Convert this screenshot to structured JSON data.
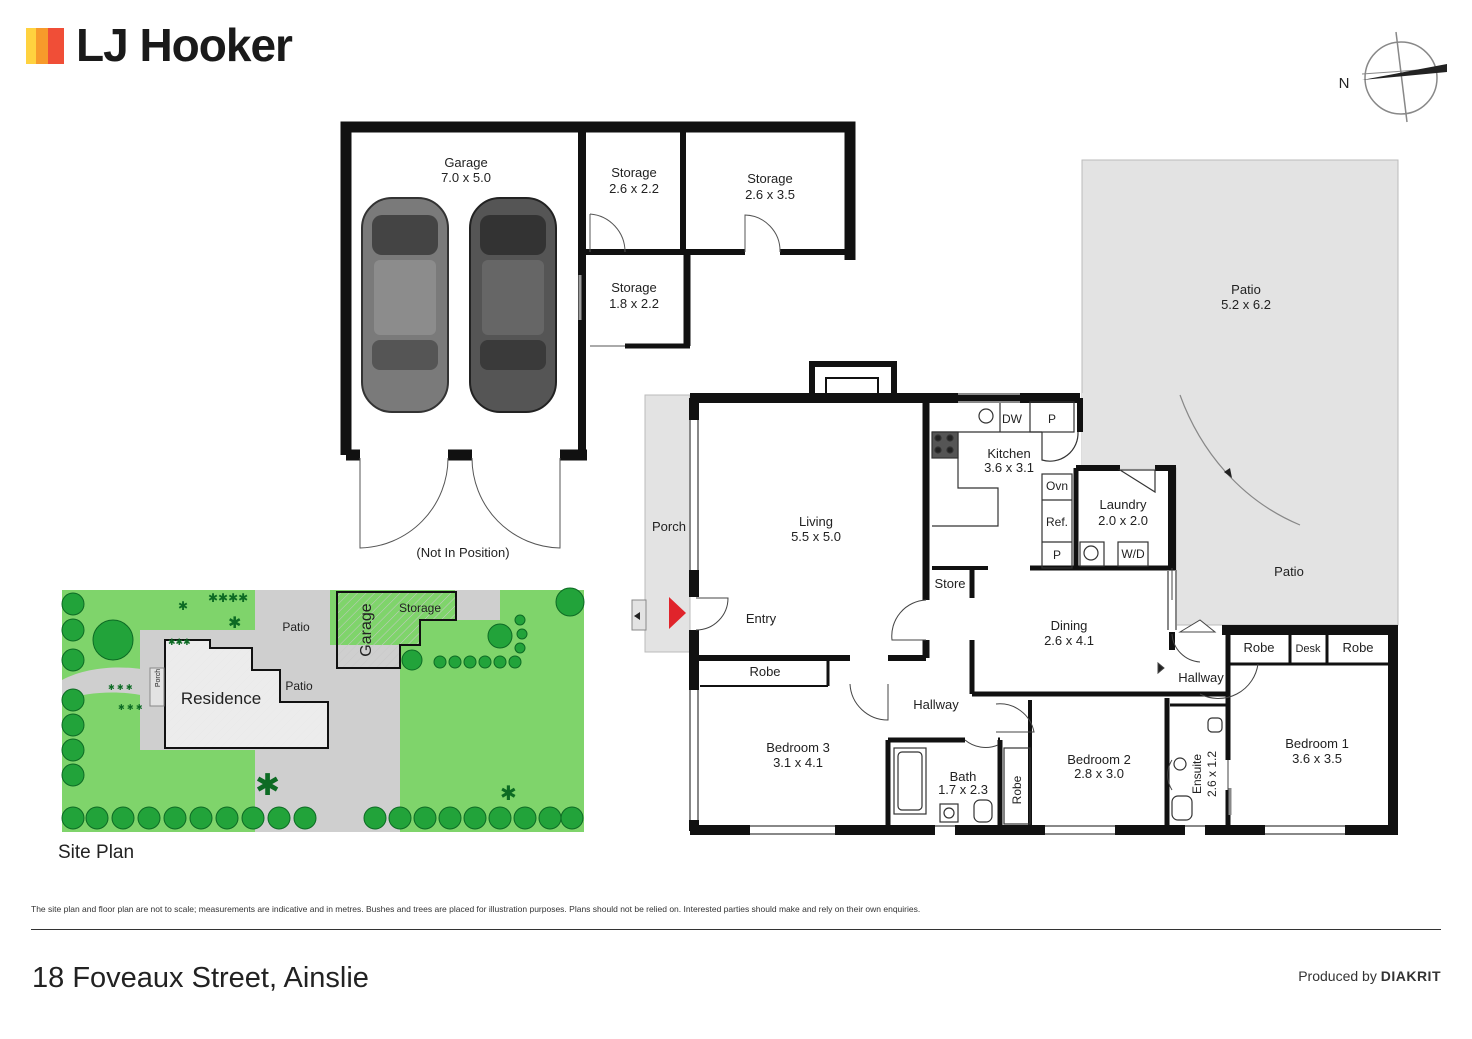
{
  "brand": {
    "name": "LJ Hooker"
  },
  "compass": {
    "label": "N"
  },
  "rooms": {
    "garage": {
      "name": "Garage",
      "dims": "7.0 x 5.0"
    },
    "storage1": {
      "name": "Storage",
      "dims": "2.6 x 2.2"
    },
    "storage2": {
      "name": "Storage",
      "dims": "2.6 x 3.5"
    },
    "storage3": {
      "name": "Storage",
      "dims": "1.8 x 2.2"
    },
    "not_in_position": "(Not In Position)",
    "patio_large": {
      "name": "Patio",
      "dims": "5.2 x 6.2"
    },
    "patio_small": "Patio",
    "porch": "Porch",
    "living": {
      "name": "Living",
      "dims": "5.5 x 5.0"
    },
    "entry": "Entry",
    "kitchen": {
      "name": "Kitchen",
      "dims": "3.6 x 3.1"
    },
    "dw": "DW",
    "p1": "P",
    "ovn": "Ovn",
    "ref": "Ref.",
    "p2": "P",
    "laundry": {
      "name": "Laundry",
      "dims": "2.0 x 2.0"
    },
    "wd": "W/D",
    "store": "Store",
    "dining": {
      "name": "Dining",
      "dims": "2.6 x 4.1"
    },
    "robe_b3": "Robe",
    "hallway1": "Hallway",
    "hallway2": "Hallway",
    "bedroom3": {
      "name": "Bedroom 3",
      "dims": "3.1 x 4.1"
    },
    "bath": {
      "name": "Bath",
      "dims": "1.7 x 2.3"
    },
    "robe_b2": "Robe",
    "bedroom2": {
      "name": "Bedroom 2",
      "dims": "2.8 x 3.0"
    },
    "ensuite": {
      "name": "Ensuite",
      "dims": "2.6 x 1.2"
    },
    "robe_b1a": "Robe",
    "desk": "Desk",
    "robe_b1b": "Robe",
    "bedroom1": {
      "name": "Bedroom 1",
      "dims": "3.6 x 3.5"
    }
  },
  "site_plan": {
    "caption": "Site Plan",
    "residence": "Residence",
    "garage": "Garage",
    "storage": "Storage",
    "patio1": "Patio",
    "patio2": "Patio",
    "porch": "Porch"
  },
  "footer": {
    "disclaimer": "The site plan and floor plan are not to scale; measurements are indicative and in metres. Bushes and trees are placed for illustration purposes. Plans should not be relied on. Interested parties should make and rely on their own enquiries.",
    "address": "18 Foveaux Street, Ainslie",
    "produced_by": "Produced by",
    "producer": "DIAKRIT"
  },
  "colors": {
    "wall": "#111111",
    "patio": "#e3e3e3",
    "grass": "#7fd46b",
    "tree": "#22a33a",
    "paving": "#cfcfcf",
    "logo_red": "#f04e37",
    "logo_orange": "#f79a2b",
    "logo_yellow": "#ffd23f"
  }
}
